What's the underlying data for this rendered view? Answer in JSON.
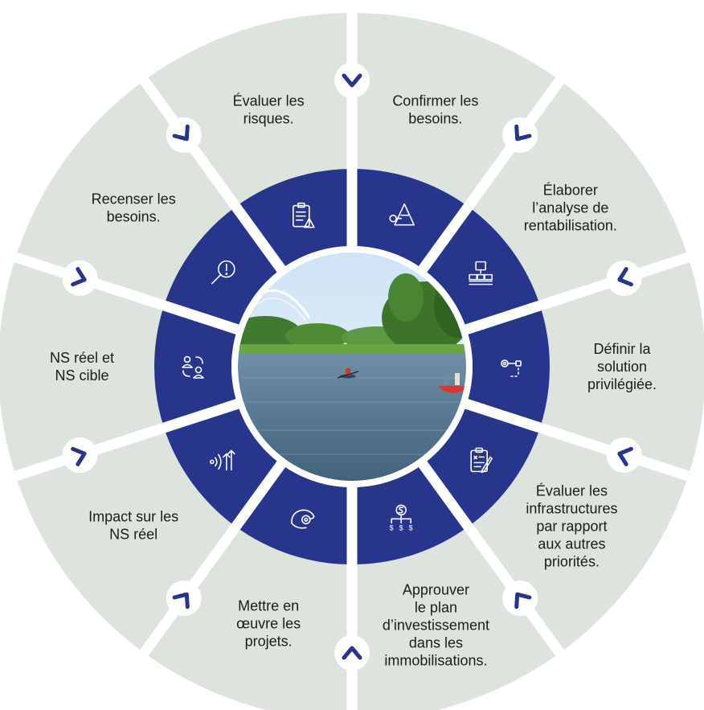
{
  "colors": {
    "outer_segment": "#dde3dd",
    "inner_ring": "#27358c",
    "divider": "#ffffff",
    "arrow_badge": "#ffffff",
    "arrow_chevron": "#27358c",
    "label_text": "#1c1c1c"
  },
  "photo": {
    "description_icon": "river-canoe-photo"
  },
  "steps": [
    {
      "id": "ns-reel-cible",
      "label_lines": [
        "NS réel et",
        "NS cible"
      ],
      "icon": "people-exchange-icon"
    },
    {
      "id": "recenser",
      "label_lines": [
        "Recenser les",
        "besoins."
      ],
      "icon": "magnifier-exclamation-icon"
    },
    {
      "id": "evaluer-risques",
      "label_lines": [
        "Évaluer les",
        "risques."
      ],
      "icon": "clipboard-warning-icon"
    },
    {
      "id": "confirmer",
      "label_lines": [
        "Confirmer les",
        "besoins."
      ],
      "icon": "pyramid-target-icon"
    },
    {
      "id": "elaborer",
      "label_lines": [
        "Élaborer",
        "l’analyse de",
        "rentabilisation."
      ],
      "icon": "money-stack-icon"
    },
    {
      "id": "definir",
      "label_lines": [
        "Définir la",
        "solution",
        "privilégiée."
      ],
      "icon": "gear-flow-icon"
    },
    {
      "id": "evaluer-infra",
      "label_lines": [
        "Évaluer les",
        "infrastructures",
        "par rapport",
        "aux autres",
        "priorités."
      ],
      "icon": "clipboard-pen-icon"
    },
    {
      "id": "approuver",
      "label_lines": [
        "Approuver",
        "le plan",
        "d’investissement",
        "dans les",
        "immobilisations."
      ],
      "icon": "dollar-hierarchy-icon"
    },
    {
      "id": "mettre-oeuvre",
      "label_lines": [
        "Mettre en",
        "œuvre les",
        "projets."
      ],
      "icon": "hand-gear-icon"
    },
    {
      "id": "impact",
      "label_lines": [
        "Impact sur les",
        "NS réel"
      ],
      "icon": "signal-arrow-up-icon"
    }
  ]
}
